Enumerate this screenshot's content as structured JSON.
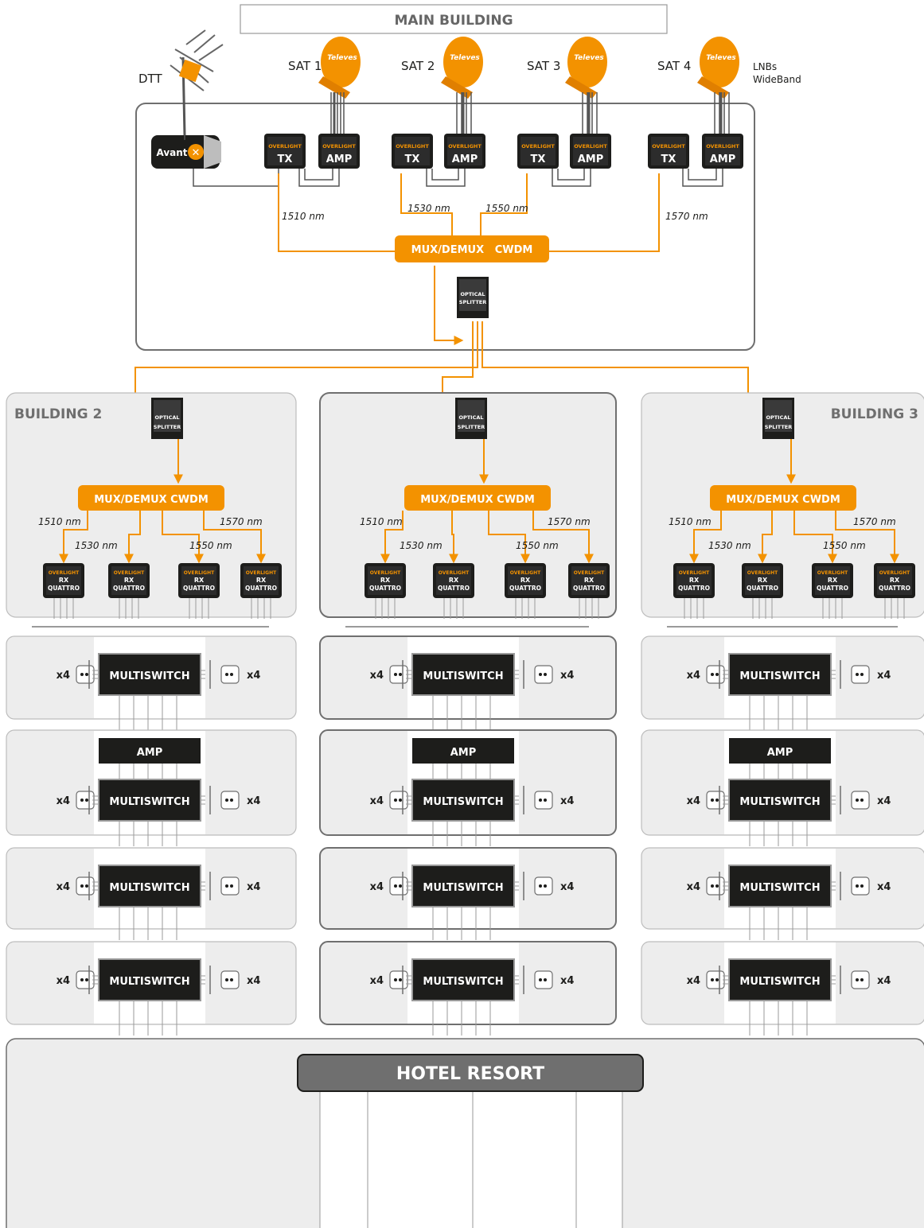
{
  "main_building": {
    "title": "MAIN BUILDING",
    "dtt_label": "DTT",
    "avant_label": "Avant",
    "satellites": [
      {
        "label": "SAT 1",
        "brand": "Televes"
      },
      {
        "label": "SAT 2",
        "brand": "Televes"
      },
      {
        "label": "SAT 3",
        "brand": "Televes"
      },
      {
        "label": "SAT 4",
        "brand": "Televes"
      }
    ],
    "lnb_note_line1": "LNBs",
    "lnb_note_line2": "WideBand",
    "overlight_brand": "OVERLIGHT",
    "tx_label": "TX",
    "amp_label": "AMP",
    "wavelengths": [
      "1510 nm",
      "1530 nm",
      "1550 nm",
      "1570 nm"
    ],
    "mux_label": "MUX/DEMUX   CWDM",
    "splitter_line1": "OPTICAL",
    "splitter_line2": "SPLITTER"
  },
  "buildings": [
    {
      "title": "BUILDING 2"
    },
    {
      "title": ""
    },
    {
      "title": "BUILDING 3"
    }
  ],
  "rx_line1": "RX",
  "rx_line2": "QUATTRO",
  "multiswitch_label": "MULTISWITCH",
  "amp_label": "AMP",
  "outlet_count": "x4",
  "hotel_label": "HOTEL RESORT",
  "colors": {
    "orange": "#f39200",
    "dark": "#1d1d1b",
    "panel": "#ededed",
    "outline": "#6f6f6f"
  }
}
